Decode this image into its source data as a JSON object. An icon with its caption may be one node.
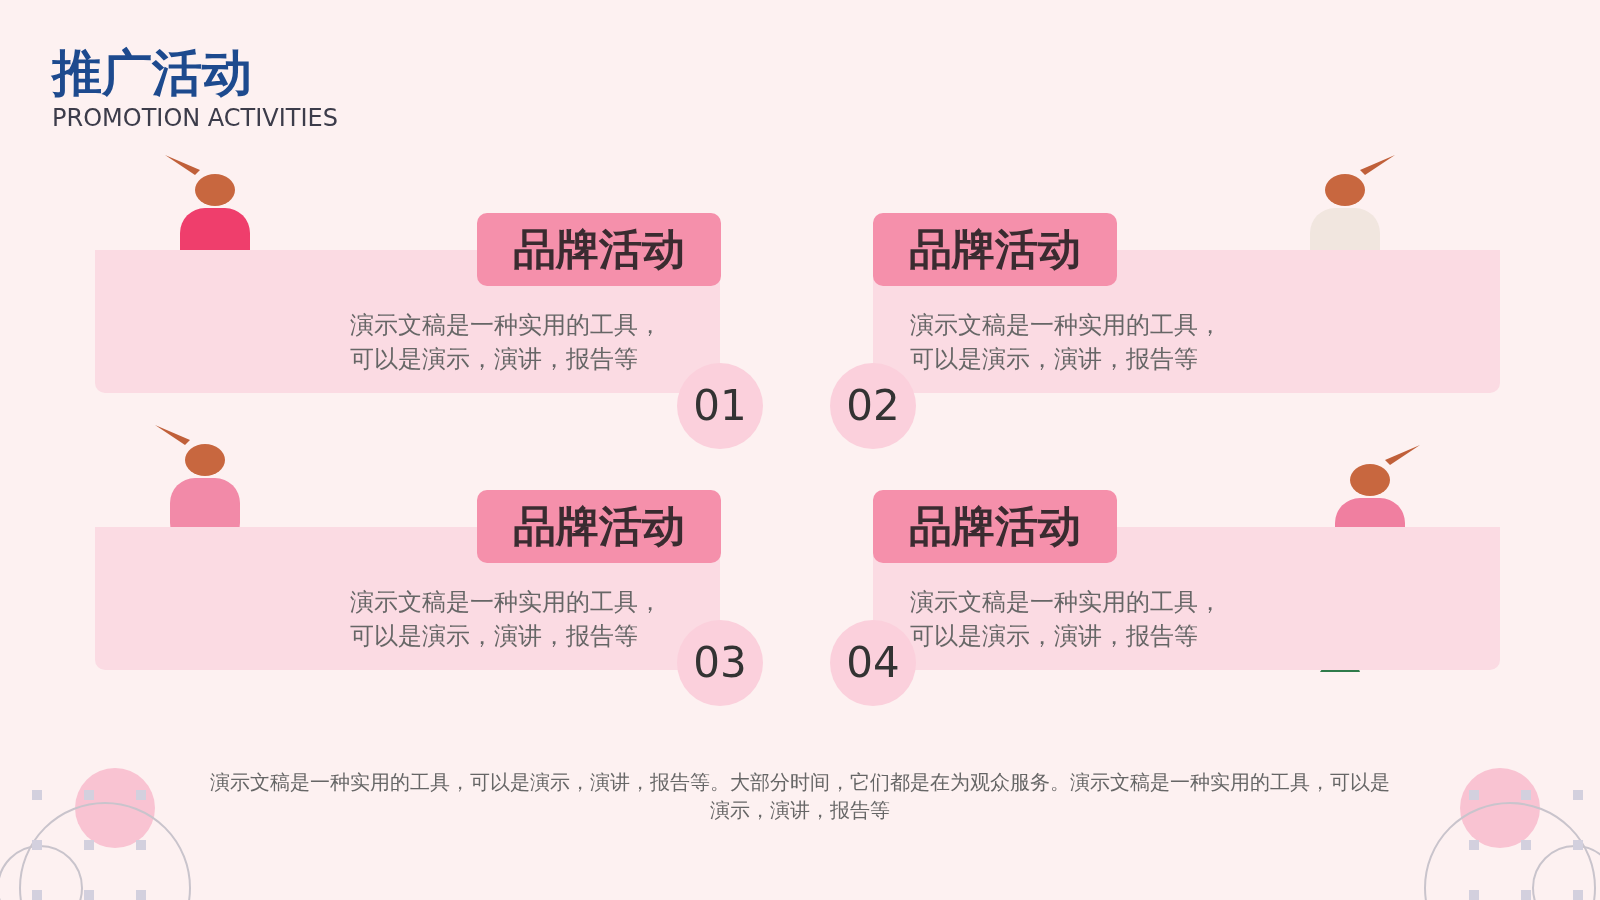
{
  "diagram": {
    "title": "推广活动",
    "caption": "演示文稿是一种实用的工具，可以是演示，演讲，报告等。大部分时间，它们都是在为观众服务。演示文稿是一种实用的工具，可以是演示，演讲，报告等",
    "nodes": [
      {
        "text": [
          "品牌活动",
          "演示文稿是一种实用的工具，可以是演示，演讲，报告等"
        ]
      },
      {
        "text": [
          "01"
        ]
      },
      {
        "text": [
          "品牌活动",
          "演示文稿是一种实用的工具，可以是演示，演讲，报告等"
        ]
      },
      {
        "text": [
          "02"
        ]
      },
      {
        "text": [
          "品牌活动",
          "演示文稿是一种实用的工具，可以是演示，演讲，报告等"
        ]
      },
      {
        "text": [
          "03"
        ]
      },
      {
        "text": [
          "品牌活动",
          "演示文稿是一种实用的工具，可以是演示，演讲，报告等"
        ]
      },
      {
        "text": [
          "04"
        ]
      }
    ],
    "edges": [],
    "labels": [
      "PROMOTION ACTIVITIES"
    ]
  }
}
